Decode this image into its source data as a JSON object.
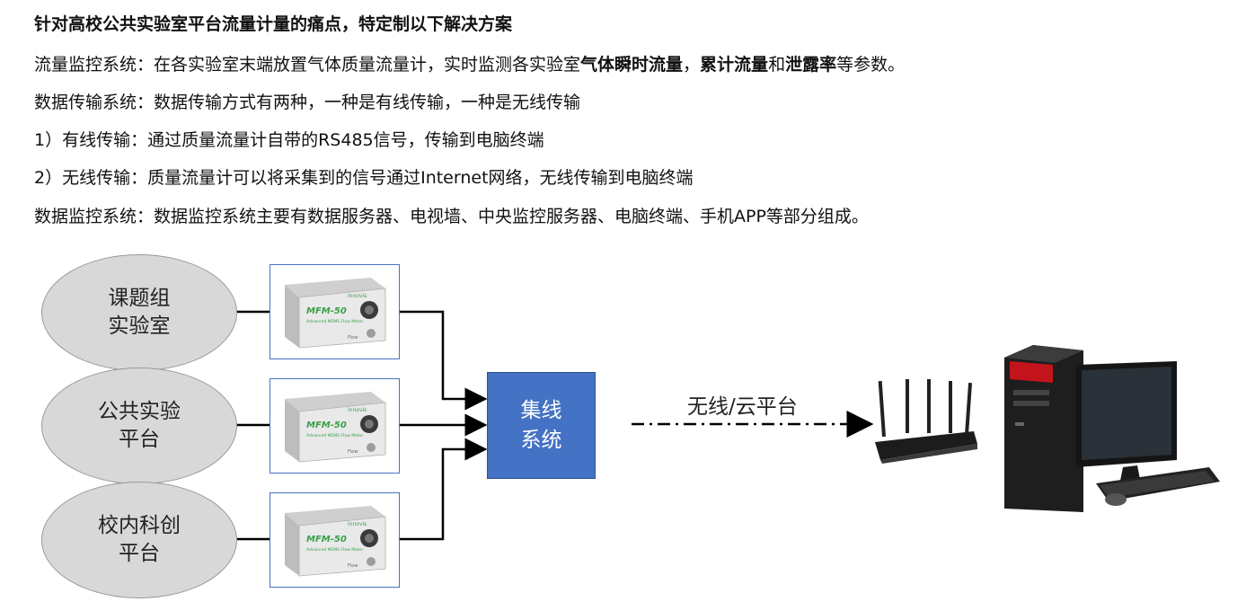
{
  "heading": "针对高校公共实验室平台流量计量的痛点，特定制以下解决方案",
  "lines": {
    "flow_system": {
      "prefix": "流量监控系统：在各实验室末端放置气体质量流量计，实时监测各实验室",
      "bold1": "气体瞬时流量",
      "sep1": "，",
      "bold2": "累计流量",
      "and": "和",
      "bold3": "泄露率",
      "suffix": "等参数。"
    },
    "transmission": "数据传输系统：数据传输方式有两种，一种是有线传输，一种是无线传输",
    "wired": "1）有线传输：通过质量流量计自带的RS485信号，传输到电脑终端",
    "wireless": "2）无线传输：质量流量计可以将采集到的信号通过Internet网络，无线传输到电脑终端",
    "monitor": "数据监控系统：数据监控系统主要有数据服务器、电视墙、中央监控服务器、电脑终端、手机APP等部分组成。"
  },
  "labs": [
    {
      "line1": "课题组",
      "line2": "实验室"
    },
    {
      "line1": "公共实验",
      "line2": "平台"
    },
    {
      "line1": "校内科创",
      "line2": "平台"
    }
  ],
  "meter": {
    "model": "MFM-50",
    "brand": "innovis",
    "subtitle": "Advanced MEMS Flow Meter",
    "flow": "Flow"
  },
  "hub": {
    "line1": "集线",
    "line2": "系统"
  },
  "wireless_label": "无线/云平台",
  "colors": {
    "hub": "#4472c4",
    "ellipse": "#d8d8d8",
    "meter_accent": "#3aa04a"
  }
}
